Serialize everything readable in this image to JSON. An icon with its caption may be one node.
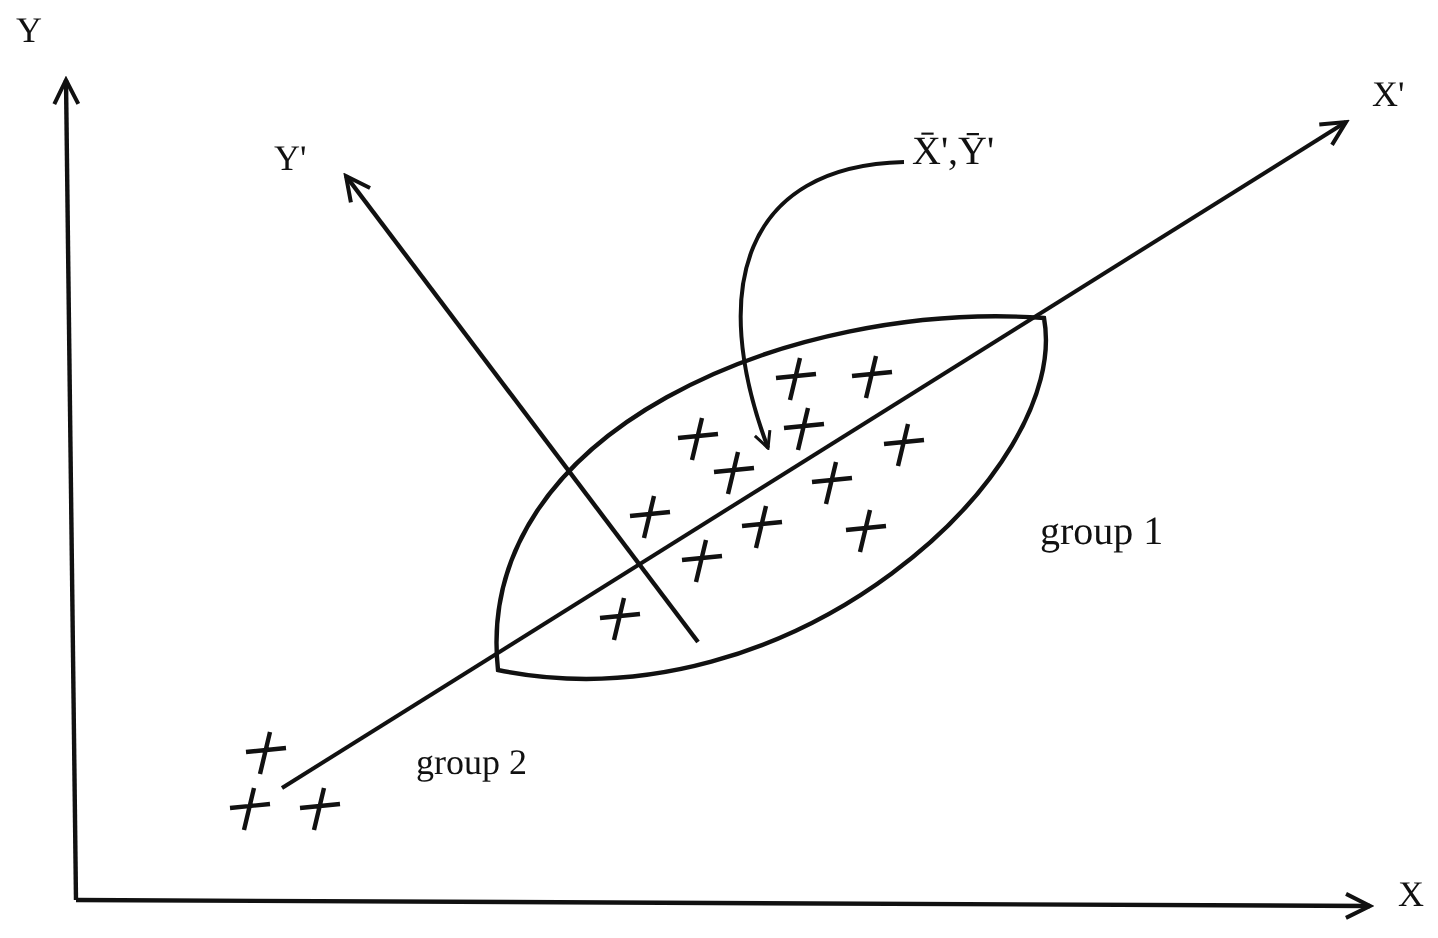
{
  "diagram": {
    "nodes": [
      {
        "text": [],
        "shape": "ellipse",
        "beside": [
          "group 1"
        ]
      },
      {
        "text": [
          "X̄',Ȳ'"
        ]
      }
    ],
    "edges": [
      {
        "from": 1,
        "to": 0,
        "arrow": "to"
      }
    ],
    "labels": [
      "Y",
      "Y'",
      "X'",
      "group 2",
      "X"
    ]
  }
}
